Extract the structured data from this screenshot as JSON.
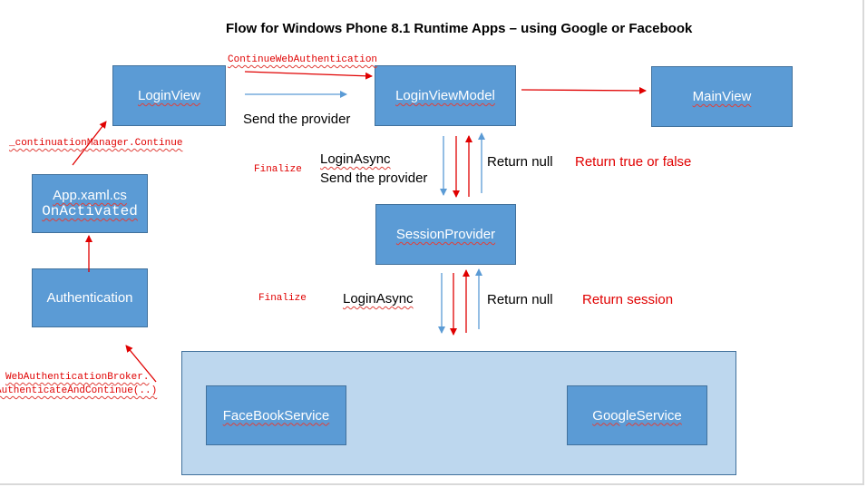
{
  "title": "Flow for Windows Phone 8.1 Runtime Apps – using Google or Facebook",
  "boxes": {
    "login_view": "LoginView",
    "login_view_model": "LoginViewModel",
    "main_view": "MainView",
    "session_provider": "SessionProvider",
    "app_xaml_cs_line1": "App.xaml.cs",
    "app_xaml_cs_line2": "OnActivated",
    "authentication": "Authentication",
    "facebook_service": "FaceBookService",
    "google_service": "GoogleService"
  },
  "labels": {
    "continue_web_authentication": "ContinueWebAuthentication",
    "send_the_provider_top": "Send the provider",
    "continuation_manager": "_continuationManager.Continue",
    "finalize_top": "Finalize",
    "login_async_top": "LoginAsync",
    "send_the_provider_mid": "Send the provider",
    "return_null_top": "Return null",
    "return_true_or_false": "Return true or false",
    "finalize_bottom": "Finalize",
    "login_async_bottom": "LoginAsync",
    "return_null_bottom": "Return null",
    "return_session": "Return session",
    "web_auth_broker_line1": "WebAuthenticationBroker.",
    "web_auth_broker_line2": "AuthenticateAndContinue(..)"
  },
  "colors": {
    "box_fill": "#5b9bd5",
    "box_border": "#41719c",
    "container_fill": "#bdd7ee",
    "red_arrow": "#e00000",
    "blue_arrow": "#5b9bd5"
  }
}
